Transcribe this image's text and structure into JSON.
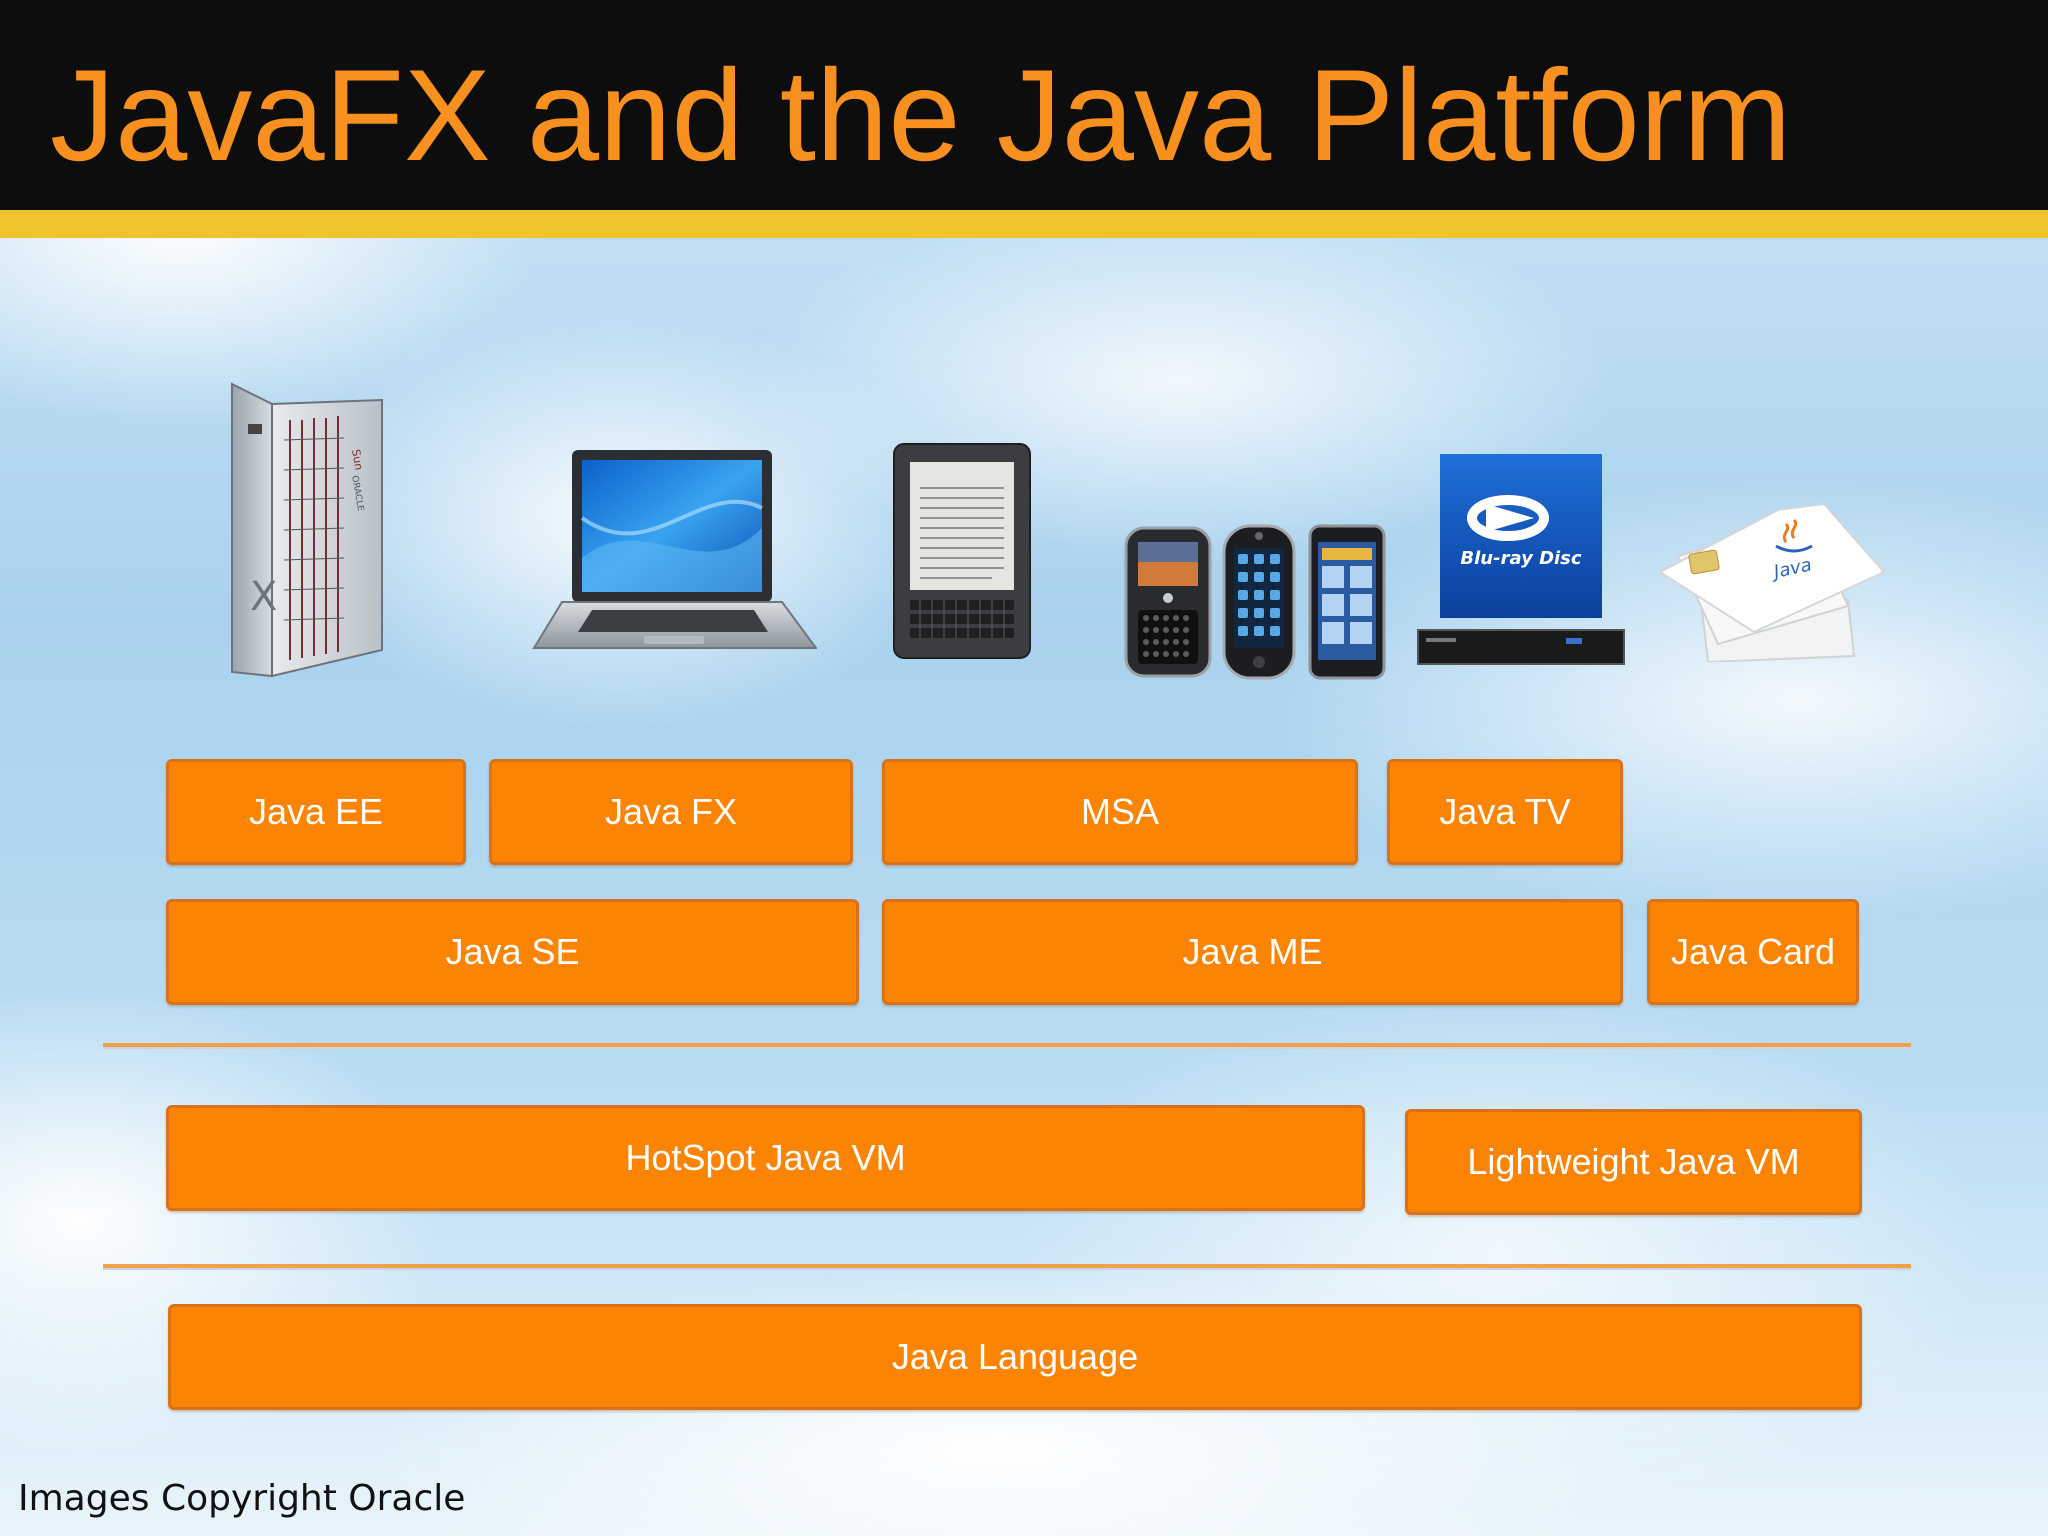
{
  "slide": {
    "title": "JavaFX and the Java Platform",
    "copyright": "Images Copyright Oracle"
  },
  "colors": {
    "title": "#f7901e",
    "header_bg": "#0d0d0d",
    "header_rule": "#f0c22b",
    "box_fill": "#fc8404",
    "box_text": "#ffffff",
    "divider": "#f3a04b"
  },
  "devices": [
    {
      "icon": "server-rack-icon",
      "name": "Sun Oracle server"
    },
    {
      "icon": "laptop-icon",
      "name": "Laptop"
    },
    {
      "icon": "ereader-icon",
      "name": "Kindle e-reader"
    },
    {
      "icon": "mobile-phones-icon",
      "name": "Mobile phones"
    },
    {
      "icon": "bluray-player-icon",
      "name": "Blu-ray player"
    },
    {
      "icon": "java-smart-card-icon",
      "name": "Java smart cards"
    }
  ],
  "device_text": {
    "bluray_logo": "Blu-ray Disc",
    "card_logo": "Java",
    "server_logo_1": "Sun",
    "server_logo_2": "ORACLE"
  },
  "layers": {
    "row1": {
      "java_ee": "Java EE",
      "java_fx": "Java FX",
      "msa": "MSA",
      "java_tv": "Java TV"
    },
    "row2": {
      "java_se": "Java SE",
      "java_me": "Java ME",
      "java_card": "Java Card"
    },
    "vm": {
      "hotspot": "HotSpot Java VM",
      "lightweight": "Lightweight Java VM"
    },
    "language": {
      "java_language": "Java Language"
    }
  }
}
